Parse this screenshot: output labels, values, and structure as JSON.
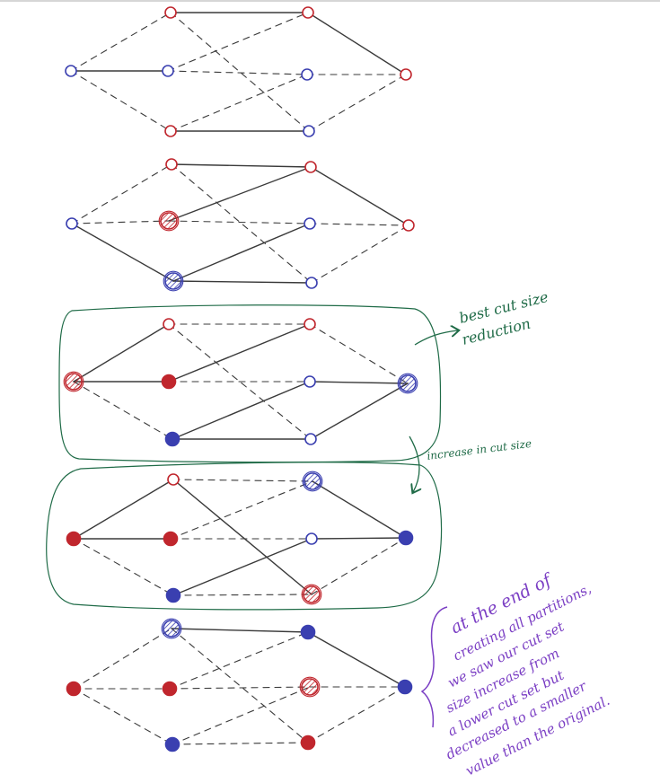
{
  "annotations": {
    "best_cut": "best cut size reduction",
    "best_cut_line1": "best cut size",
    "best_cut_line2": "reduction",
    "increase": "increase in cut size",
    "conclusion": "at the end of creating all partitions, we saw our cut set size increase from a lower cut set but decreased to a smaller value than the original.",
    "conclusion_lines": [
      "at the end of",
      "creating all partitions,",
      "we saw our cut set",
      "size increase from",
      "a lower cut set but",
      "decreased to a smaller",
      "value than the original."
    ]
  },
  "colors": {
    "red": "#c0262d",
    "blue": "#3a3fb0",
    "edge": "#3a3a3a",
    "green": "#1f6b47",
    "purple": "#7b3fc4"
  },
  "graphs": [
    {
      "name": "graph-1",
      "nodes": [
        {
          "id": "a",
          "color": "blue",
          "style": "outline"
        },
        {
          "id": "b",
          "color": "red",
          "style": "outline"
        },
        {
          "id": "c",
          "color": "blue",
          "style": "outline"
        },
        {
          "id": "d",
          "color": "red",
          "style": "outline"
        },
        {
          "id": "e",
          "color": "red",
          "style": "outline"
        },
        {
          "id": "f",
          "color": "blue",
          "style": "outline"
        },
        {
          "id": "g",
          "color": "blue",
          "style": "outline"
        },
        {
          "id": "h",
          "color": "red",
          "style": "outline"
        }
      ],
      "edges": [
        {
          "from": "a",
          "to": "b",
          "type": "dashed"
        },
        {
          "from": "a",
          "to": "c",
          "type": "solid"
        },
        {
          "from": "a",
          "to": "d",
          "type": "dashed"
        },
        {
          "from": "b",
          "to": "e",
          "type": "solid"
        },
        {
          "from": "b",
          "to": "g",
          "type": "dashed"
        },
        {
          "from": "c",
          "to": "e",
          "type": "dashed"
        },
        {
          "from": "c",
          "to": "f",
          "type": "dashed"
        },
        {
          "from": "d",
          "to": "f",
          "type": "dashed"
        },
        {
          "from": "d",
          "to": "g",
          "type": "solid"
        },
        {
          "from": "e",
          "to": "h",
          "type": "solid"
        },
        {
          "from": "f",
          "to": "h",
          "type": "dashed"
        },
        {
          "from": "g",
          "to": "h",
          "type": "dashed"
        }
      ]
    },
    {
      "name": "graph-2",
      "nodes": [
        {
          "id": "a",
          "color": "blue",
          "style": "outline"
        },
        {
          "id": "b",
          "color": "red",
          "style": "outline"
        },
        {
          "id": "c",
          "color": "red",
          "style": "hatched"
        },
        {
          "id": "d",
          "color": "blue",
          "style": "hatched"
        },
        {
          "id": "e",
          "color": "red",
          "style": "outline"
        },
        {
          "id": "f",
          "color": "blue",
          "style": "outline"
        },
        {
          "id": "g",
          "color": "blue",
          "style": "outline"
        },
        {
          "id": "h",
          "color": "red",
          "style": "outline"
        }
      ],
      "edges": [
        {
          "from": "a",
          "to": "b",
          "type": "dashed"
        },
        {
          "from": "a",
          "to": "c",
          "type": "dashed"
        },
        {
          "from": "a",
          "to": "d",
          "type": "solid"
        },
        {
          "from": "b",
          "to": "e",
          "type": "solid"
        },
        {
          "from": "b",
          "to": "g",
          "type": "dashed"
        },
        {
          "from": "c",
          "to": "e",
          "type": "solid"
        },
        {
          "from": "c",
          "to": "f",
          "type": "dashed"
        },
        {
          "from": "d",
          "to": "f",
          "type": "solid"
        },
        {
          "from": "d",
          "to": "g",
          "type": "solid"
        },
        {
          "from": "e",
          "to": "h",
          "type": "solid"
        },
        {
          "from": "f",
          "to": "h",
          "type": "dashed"
        },
        {
          "from": "g",
          "to": "h",
          "type": "dashed"
        }
      ]
    },
    {
      "name": "graph-3",
      "nodes": [
        {
          "id": "a",
          "color": "red",
          "style": "hatched"
        },
        {
          "id": "b",
          "color": "red",
          "style": "outline"
        },
        {
          "id": "c",
          "color": "red",
          "style": "filled"
        },
        {
          "id": "d",
          "color": "blue",
          "style": "filled"
        },
        {
          "id": "e",
          "color": "red",
          "style": "outline"
        },
        {
          "id": "f",
          "color": "blue",
          "style": "outline"
        },
        {
          "id": "g",
          "color": "blue",
          "style": "outline"
        },
        {
          "id": "h",
          "color": "blue",
          "style": "hatched"
        }
      ],
      "edges": [
        {
          "from": "a",
          "to": "b",
          "type": "solid"
        },
        {
          "from": "a",
          "to": "c",
          "type": "solid"
        },
        {
          "from": "a",
          "to": "d",
          "type": "dashed"
        },
        {
          "from": "b",
          "to": "e",
          "type": "dashed"
        },
        {
          "from": "b",
          "to": "g",
          "type": "dashed"
        },
        {
          "from": "c",
          "to": "e",
          "type": "solid"
        },
        {
          "from": "c",
          "to": "f",
          "type": "dashed"
        },
        {
          "from": "d",
          "to": "f",
          "type": "solid"
        },
        {
          "from": "d",
          "to": "g",
          "type": "solid"
        },
        {
          "from": "e",
          "to": "h",
          "type": "dashed"
        },
        {
          "from": "f",
          "to": "h",
          "type": "solid"
        },
        {
          "from": "g",
          "to": "h",
          "type": "solid"
        }
      ]
    },
    {
      "name": "graph-4",
      "nodes": [
        {
          "id": "a",
          "color": "red",
          "style": "filled"
        },
        {
          "id": "b",
          "color": "red",
          "style": "outline"
        },
        {
          "id": "c",
          "color": "red",
          "style": "filled"
        },
        {
          "id": "d",
          "color": "blue",
          "style": "filled"
        },
        {
          "id": "e",
          "color": "blue",
          "style": "hatched"
        },
        {
          "id": "f",
          "color": "blue",
          "style": "outline"
        },
        {
          "id": "g",
          "color": "red",
          "style": "hatched"
        },
        {
          "id": "h",
          "color": "blue",
          "style": "filled"
        }
      ],
      "edges": [
        {
          "from": "a",
          "to": "b",
          "type": "solid"
        },
        {
          "from": "a",
          "to": "c",
          "type": "solid"
        },
        {
          "from": "a",
          "to": "d",
          "type": "dashed"
        },
        {
          "from": "b",
          "to": "e",
          "type": "dashed"
        },
        {
          "from": "b",
          "to": "g",
          "type": "solid"
        },
        {
          "from": "c",
          "to": "e",
          "type": "dashed"
        },
        {
          "from": "c",
          "to": "f",
          "type": "dashed"
        },
        {
          "from": "d",
          "to": "f",
          "type": "solid"
        },
        {
          "from": "d",
          "to": "g",
          "type": "dashed"
        },
        {
          "from": "e",
          "to": "h",
          "type": "solid"
        },
        {
          "from": "f",
          "to": "h",
          "type": "solid"
        },
        {
          "from": "g",
          "to": "h",
          "type": "dashed"
        }
      ]
    },
    {
      "name": "graph-5",
      "nodes": [
        {
          "id": "a",
          "color": "red",
          "style": "filled"
        },
        {
          "id": "b",
          "color": "blue",
          "style": "hatched"
        },
        {
          "id": "c",
          "color": "red",
          "style": "filled"
        },
        {
          "id": "d",
          "color": "blue",
          "style": "filled"
        },
        {
          "id": "e",
          "color": "blue",
          "style": "filled"
        },
        {
          "id": "f",
          "color": "red",
          "style": "hatched"
        },
        {
          "id": "g",
          "color": "red",
          "style": "filled"
        },
        {
          "id": "h",
          "color": "blue",
          "style": "filled"
        }
      ],
      "edges": [
        {
          "from": "a",
          "to": "b",
          "type": "dashed"
        },
        {
          "from": "a",
          "to": "c",
          "type": "dashed"
        },
        {
          "from": "a",
          "to": "d",
          "type": "dashed"
        },
        {
          "from": "b",
          "to": "e",
          "type": "solid"
        },
        {
          "from": "b",
          "to": "g",
          "type": "dashed"
        },
        {
          "from": "c",
          "to": "e",
          "type": "dashed"
        },
        {
          "from": "c",
          "to": "f",
          "type": "dashed"
        },
        {
          "from": "d",
          "to": "f",
          "type": "dashed"
        },
        {
          "from": "d",
          "to": "g",
          "type": "dashed"
        },
        {
          "from": "e",
          "to": "h",
          "type": "solid"
        },
        {
          "from": "f",
          "to": "h",
          "type": "dashed"
        },
        {
          "from": "g",
          "to": "h",
          "type": "dashed"
        }
      ]
    }
  ]
}
